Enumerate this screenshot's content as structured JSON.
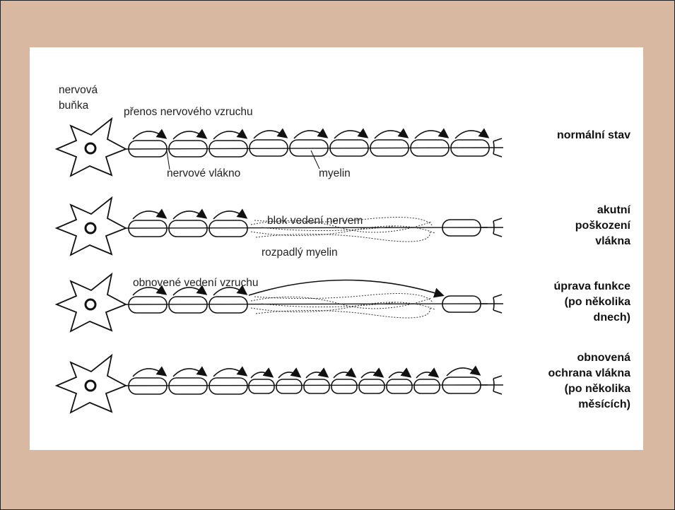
{
  "labels": {
    "nerve_cell_line1": "nervová",
    "nerve_cell_line2": "buňka",
    "impulse_transmission": "přenos nervového vzruchu",
    "nerve_fiber": "nervové vlákno",
    "myelin": "myelin",
    "conduction_block": "blok vedení nervem",
    "broken_myelin": "rozpadlý myelin",
    "restored_conduction": "obnovené vedení vzruchu"
  },
  "states": [
    {
      "lines": [
        "normální stav"
      ]
    },
    {
      "lines": [
        "akutní",
        "poškození",
        "vlákna"
      ]
    },
    {
      "lines": [
        "úprava funkce",
        "(po několika",
        "dnech)"
      ]
    },
    {
      "lines": [
        "obnovená",
        "ochrana vlákna",
        "(po několika",
        "měsících)"
      ]
    }
  ],
  "colors": {
    "slide_background": "#d9b8a1",
    "panel_background": "#ffffff",
    "ink": "#111111"
  },
  "icons": [
    "neuron-cell-body-icon",
    "axon-terminal-icon",
    "impulse-arrow-icon",
    "myelin-segment-icon"
  ]
}
